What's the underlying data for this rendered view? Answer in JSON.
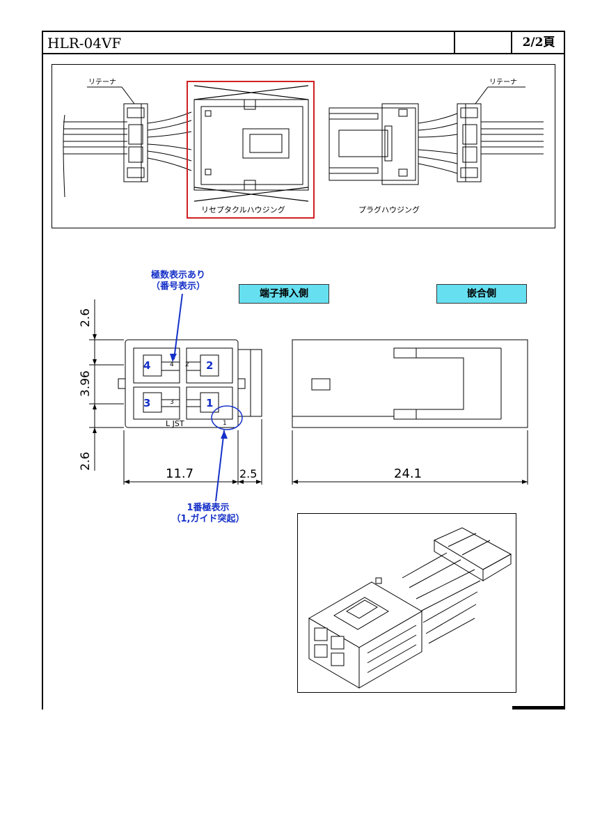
{
  "header": {
    "part_number": "HLR-04VF",
    "page": "2/2頁"
  },
  "top_panel": {
    "retainer_left": "リテーナ",
    "retainer_right": "リテーナ",
    "receptacle_label": "リセプタクルハウジング",
    "plug_label": "プラグハウジング"
  },
  "views": {
    "terminal_side": "端子挿入側",
    "mating_side": "嵌合側"
  },
  "notes": {
    "pole_marking_line1": "極数表示あり",
    "pole_marking_line2": "（番号表示）",
    "pin1_line1": "1番極表示",
    "pin1_line2": "（1,ガイド突起）"
  },
  "dimensions": {
    "d_top": "2.6",
    "d_mid": "3.96",
    "d_bottom": "2.6",
    "width": "11.7",
    "latch": "2.5",
    "length": "24.1"
  },
  "front_view": {
    "cavity_numbers_blue": [
      "4",
      "2",
      "3",
      "1"
    ],
    "cavity_numbers_black": [
      "4",
      "2",
      "3",
      "1"
    ],
    "brand": "L JST"
  },
  "colors": {
    "label_fill": "#66e0f0",
    "note_blue": "#1530c8",
    "highlight_red": "#d02020"
  }
}
